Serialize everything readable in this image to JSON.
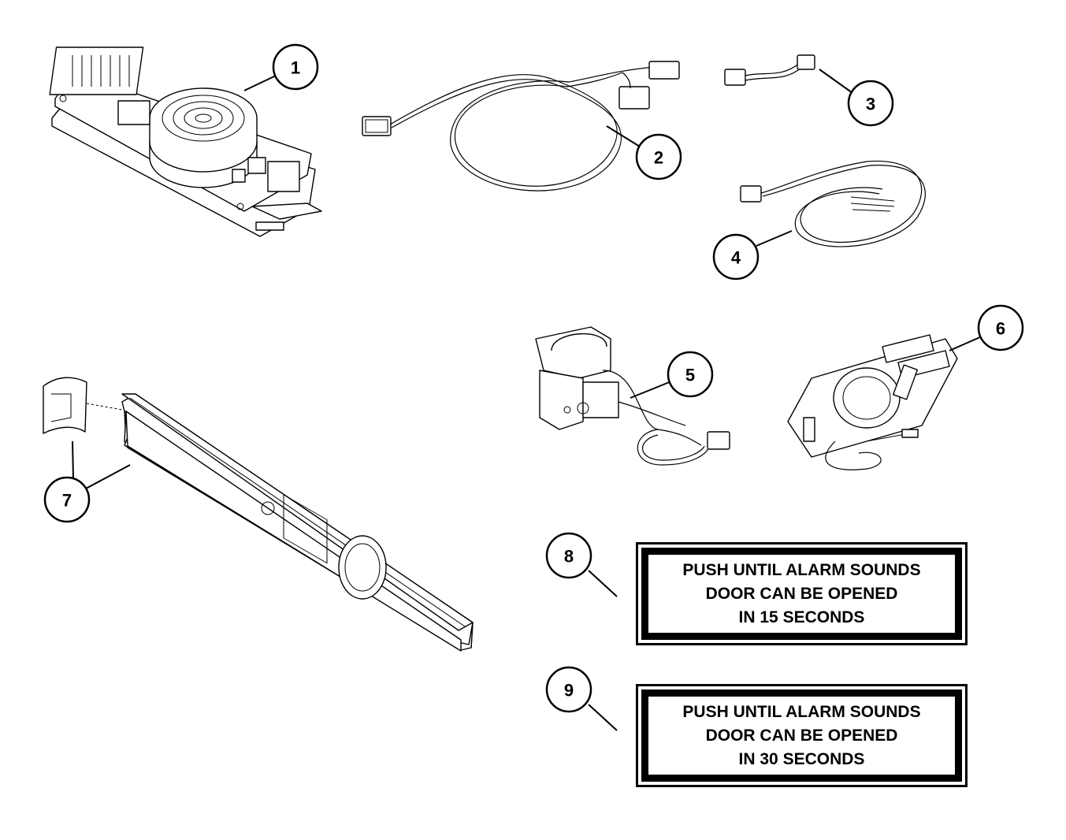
{
  "callouts": [
    "1",
    "2",
    "3",
    "4",
    "5",
    "6",
    "7",
    "8",
    "9"
  ],
  "labels": [
    {
      "lines": [
        "PUSH UNTIL ALARM SOUNDS",
        "DOOR CAN BE OPENED",
        "IN 15 SECONDS"
      ]
    },
    {
      "lines": [
        "PUSH UNTIL ALARM SOUNDS",
        "DOOR CAN BE OPENED",
        "IN 30 SECONDS"
      ]
    }
  ]
}
